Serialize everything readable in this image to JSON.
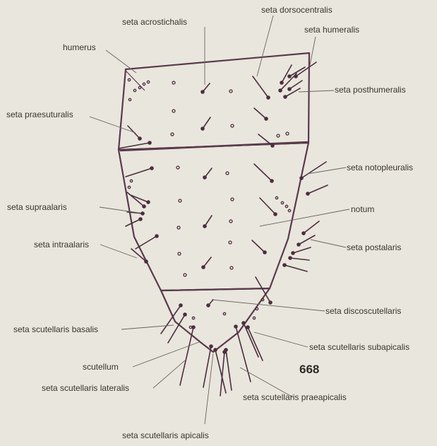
{
  "figure": {
    "number": "668",
    "labels": {
      "seta_acrostichalis": "seta acrostichalis",
      "seta_dorsocentralis": "seta dorsocentralis",
      "seta_humeralis": "seta humeralis",
      "humerus": "humerus",
      "seta_posthumeralis": "seta posthumeralis",
      "seta_praesuturalis": "seta praesuturalis",
      "seta_notopleuralis": "seta notopleuralis",
      "seta_supraalaris": "seta supraalaris",
      "notum": "notum",
      "seta_intraalaris": "seta intraalaris",
      "seta_postalaris": "seta postalaris",
      "seta_discoscutellaris": "seta discoscutellaris",
      "seta_scutellaris_basalis": "seta scutellaris basalis",
      "seta_scutellaris_subapicalis": "seta scutellaris subapicalis",
      "scutellum": "scutellum",
      "seta_scutellaris_lateralis": "seta scutellaris lateralis",
      "seta_scutellaris_praeapicalis": "seta scutellaris praeapicalis",
      "seta_scutellaris_apicalis": "seta scutellaris apicalis"
    }
  },
  "colors": {
    "background": "#e9e6dd",
    "outline": "#5a3a4a",
    "bristle": "#4a2e3c",
    "label": "#3a3530"
  }
}
